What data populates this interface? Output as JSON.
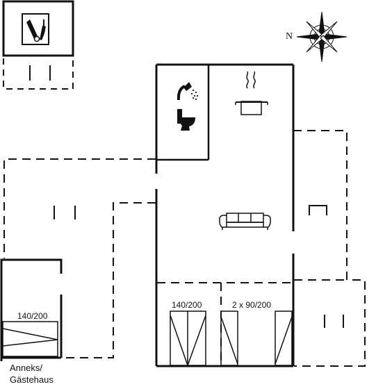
{
  "rooms": {
    "bedroom_1": {
      "bed_label": "140/200"
    },
    "bedroom_2": {
      "bed_label": "2 x 90/200"
    }
  },
  "annex": {
    "bed_label": "140/200",
    "name_line1": "Anneks/",
    "name_line2": "Gästehaus"
  },
  "compass": {
    "north_label": "N"
  },
  "icons": [
    "tools-icon",
    "shower-icon",
    "toilet-icon",
    "cooking-pot-icon",
    "sofa-icon",
    "compass-rose-icon",
    "table-icon"
  ],
  "colors": {
    "line": "#111111",
    "background": "#ffffff"
  }
}
